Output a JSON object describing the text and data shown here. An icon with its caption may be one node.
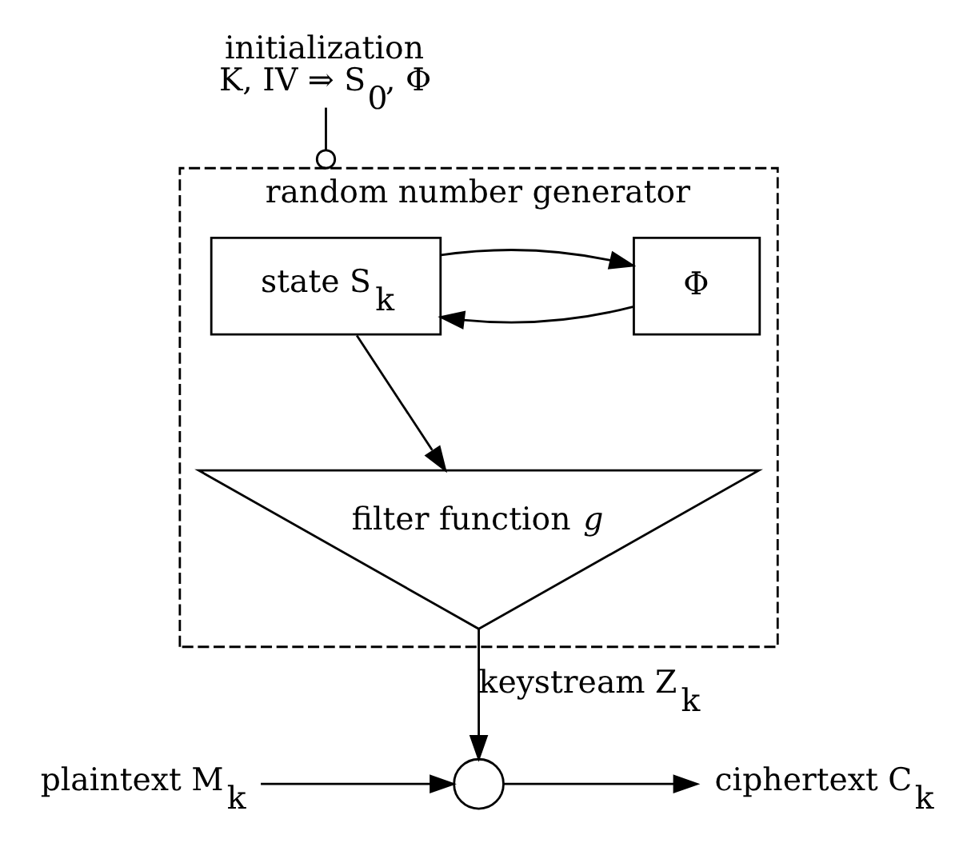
{
  "diagram": {
    "nodes": [
      {
        "text": [
          "initialization",
          "K, IV ⇒ S$_{0}$, Φ"
        ]
      },
      {
        "text": [
          "random number generator"
        ]
      },
      {
        "text": [
          "state S$_{k}$"
        ],
        "in": 1
      },
      {
        "text": [
          "Φ"
        ],
        "in": 1
      },
      {
        "text": [
          "filter function *g*"
        ],
        "in": 1
      },
      {
        "text": [],
        "shape": "circle"
      },
      {
        "text": [
          "plaintext M$_{k}$"
        ]
      },
      {
        "text": [
          "ciphertext C$_{k}$"
        ]
      }
    ],
    "edges": [
      {
        "from": 0,
        "to": 1,
        "arrow": "other"
      },
      {
        "from": 3,
        "to": 2,
        "arrow": "to"
      },
      {
        "from": 2,
        "to": 3,
        "arrow": "to"
      },
      {
        "from": 2,
        "to": 4,
        "arrow": "to"
      },
      {
        "from": 4,
        "to": 5,
        "arrow": "to",
        "label": "keystream Z$_{k}$"
      },
      {
        "from": 6,
        "to": 5,
        "arrow": "to"
      },
      {
        "from": 5,
        "to": 7,
        "arrow": "to"
      }
    ]
  }
}
